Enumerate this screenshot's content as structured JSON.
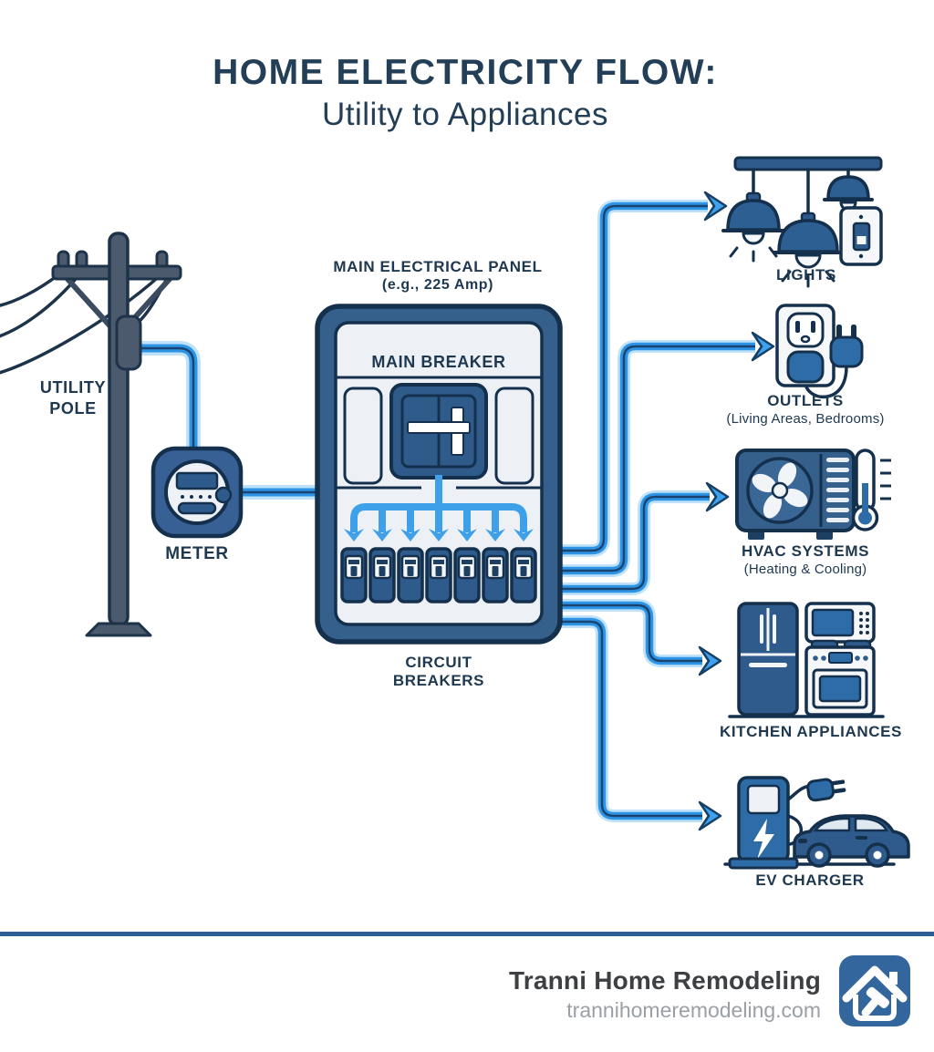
{
  "title": {
    "line1": "HOME ELECTRICITY FLOW:",
    "line2": "Utility to Appliances"
  },
  "source": {
    "utility_pole_line1": "UTILITY",
    "utility_pole_line2": "POLE",
    "meter_label": "METER"
  },
  "panel": {
    "title": "MAIN ELECTRICAL PANEL",
    "subtitle": "(e.g., 225 Amp)",
    "main_breaker_label": "MAIN BREAKER",
    "circuit_breakers_line1": "CIRCUIT",
    "circuit_breakers_line2": "BREAKERS",
    "breaker_count": 7
  },
  "destinations": [
    {
      "id": "lights",
      "label": "LIGHTS"
    },
    {
      "id": "outlets",
      "label": "OUTLETS",
      "sublabel": "(Living Areas, Bedrooms)"
    },
    {
      "id": "hvac",
      "label": "HVAC SYSTEMS",
      "sublabel": "(Heating & Cooling)"
    },
    {
      "id": "kitchen",
      "label": "KITCHEN APPLIANCES"
    },
    {
      "id": "ev",
      "label": "EV CHARGER"
    }
  ],
  "footer": {
    "brand": "Tranni Home Remodeling",
    "website": "trannihomeremodeling.com"
  },
  "colors": {
    "navy_outline": "#17334e",
    "panel_blue": "#35608c",
    "appliance_blue": "#2e5a8c",
    "plug_blue": "#2e6ca8",
    "panel_inner": "#edf1f6",
    "wire_blue": "#2e95e6",
    "wire_glow": "#bfe2fa",
    "wire_core": "#1a4470",
    "arrow_blue": "#3ea2ee",
    "title_navy": "#233e57",
    "label_navy": "#1e3850",
    "footer_rule": "#2c5d94",
    "footer_brand": "#3c4043",
    "footer_site": "#9aa0a5",
    "logo_blue": "#33669c"
  }
}
